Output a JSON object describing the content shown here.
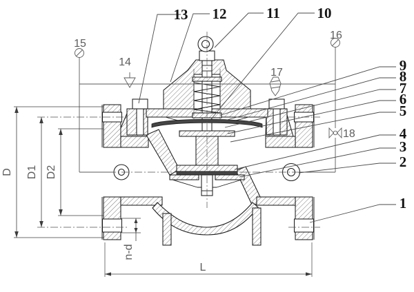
{
  "drawing": {
    "kind": "valve-cross-section-engineering-drawing",
    "background": "#ffffff",
    "line_color": "#1b1b1b",
    "label_gray": "#5d5d5d",
    "callout_color": "#141414"
  },
  "callouts": {
    "n1": "1",
    "n2": "2",
    "n3": "3",
    "n4": "4",
    "n5": "5",
    "n6": "6",
    "n7": "7",
    "n8": "8",
    "n9": "9",
    "n10": "10",
    "n11": "11",
    "n12": "12",
    "n13": "13"
  },
  "pilot_labels": {
    "n14": "14",
    "n15": "15",
    "n16": "16",
    "n17": "17",
    "n18": "18"
  },
  "pilot_symbols": {
    "s15": "circle-slash-gauge-symbol",
    "s16": "circle-slash-gauge-symbol",
    "s14": "triangle-symbol",
    "s17": "plug-symbol",
    "s18": "valve-bowtie-symbol"
  },
  "dimensions": {
    "D": "D",
    "D1": "D1",
    "D2": "D2",
    "L": "L",
    "nd": "n-d"
  }
}
